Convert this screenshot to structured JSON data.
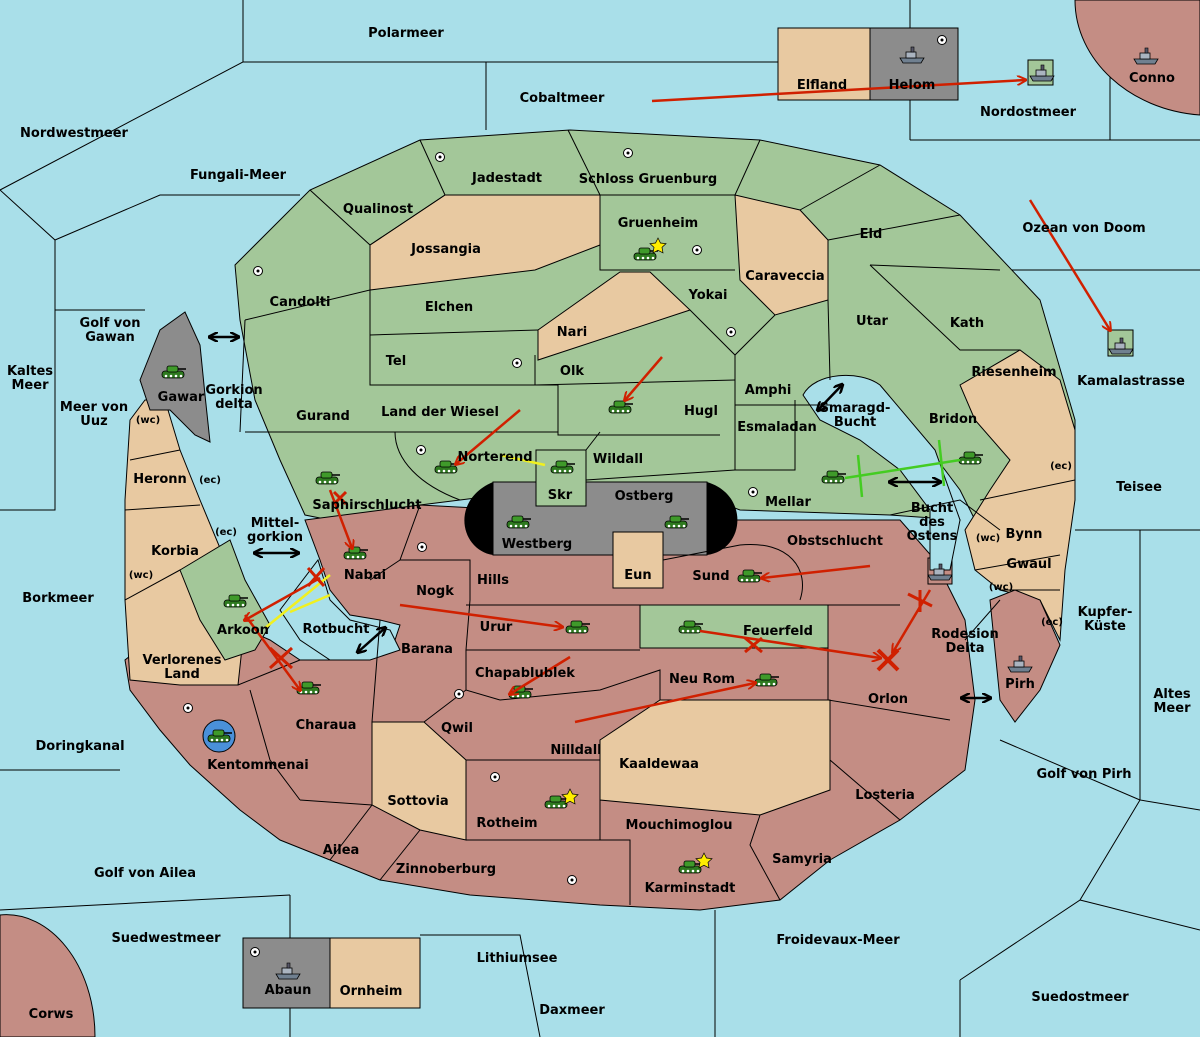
{
  "colors": {
    "sea": "#a9dfe9",
    "green_power": "#a3c799",
    "red_power": "#c48d84",
    "neutral": "#e8c9a1",
    "grey_power": "#8c8c8c",
    "move_arrow": "#d02000",
    "support_arrow": "#f0f020",
    "hold_green": "#44cc22"
  },
  "map": {
    "seas": {
      "polarmeer": "Polarmeer",
      "cobaltmeer": "Cobaltmeer",
      "nordwestmeer": "Nordwestmeer",
      "fungali_meer": "Fungali-Meer",
      "nordostmeer": "Nordostmeer",
      "ozean_von_doom": "Ozean von Doom",
      "kamalastrasse": "Kamalastrasse",
      "golf_von_gawan": "Golf von Gawan",
      "kaltes_meer": "Kaltes Meer",
      "meer_von_uuz": "Meer von Uuz",
      "gorkion_delta": "Gorkion delta",
      "mittel_gorkion": "Mittel- gorkion",
      "borkmeer": "Borkmeer",
      "rotbucht": "Rotbucht",
      "doringkanal": "Doringkanal",
      "smaragd_bucht": "Smaragd- Bucht",
      "bucht_des_ostens": "Bucht des Ostens",
      "teisee": "Teisee",
      "kupfer_kueste": "Kupfer- Küste",
      "altes_meer": "Altes Meer",
      "rodesion_delta": "Rodesion Delta",
      "golf_von_pirh": "Golf von Pirh",
      "golf_von_ailea": "Golf von Ailea",
      "suedwestmeer": "Suedwestmeer",
      "lithiumsee": "Lithiumsee",
      "froidevaux_meer": "Froidevaux-Meer",
      "daxmeer": "Daxmeer",
      "suedostmeer": "Suedostmeer"
    },
    "lands": {
      "elfland": "Elfland",
      "helom": "Helom",
      "conno": "Conno",
      "jadestadt": "Jadestadt",
      "schloss_gruenburg": "Schloss Gruenburg",
      "qualinost": "Qualinost",
      "gruenheim": "Gruenheim",
      "eld": "Eld",
      "jossangia": "Jossangia",
      "caraveccia": "Caraveccia",
      "candolti": "Candolti",
      "elchen": "Elchen",
      "yokai": "Yokai",
      "utar": "Utar",
      "kath": "Kath",
      "nari": "Nari",
      "tel": "Tel",
      "olk": "Olk",
      "amphi": "Amphi",
      "riesenheim": "Riesenheim",
      "gawar": "Gawar",
      "gurand": "Gurand",
      "land_der_wiesel": "Land der Wiesel",
      "hugl": "Hugl",
      "esmaladan": "Esmaladan",
      "bridon": "Bridon",
      "heronn": "Heronn",
      "norterend": "Norterend",
      "wildall": "Wildall",
      "skr": "Skr",
      "ostberg": "Ostberg",
      "mellar": "Mellar",
      "saphirschlucht": "Saphirschlucht",
      "westberg": "Westberg",
      "obstschlucht": "Obstschlucht",
      "bynn": "Bynn",
      "korbia": "Korbia",
      "nabai": "Nabai",
      "hills": "Hills",
      "eun": "Eun",
      "sund": "Sund",
      "gwaul": "Gwaul",
      "nogk": "Nogk",
      "arkoon": "Arkoon",
      "urur": "Urur",
      "feuerfeld": "Feuerfeld",
      "barana": "Barana",
      "verlorenes_land": "Verlorenes Land",
      "chapablublek": "Chapablublek",
      "neu_rom": "Neu Rom",
      "pirh": "Pirh",
      "orlon": "Orlon",
      "charaua": "Charaua",
      "qwil": "Qwil",
      "nilldall": "Nilldall",
      "kentommenai": "Kentommenai",
      "kaaldewaa": "Kaaldewaa",
      "sottovia": "Sottovia",
      "losteria": "Losteria",
      "rotheim": "Rotheim",
      "mouchimoglou": "Mouchimoglou",
      "ailea": "Ailea",
      "samyria": "Samyria",
      "zinnoberburg": "Zinnoberburg",
      "karminstadt": "Karminstadt",
      "abaun": "Abaun",
      "ornheim": "Ornheim",
      "corws": "Corws"
    },
    "coast_tags": {
      "wc": "(wc)",
      "ec": "(ec)"
    }
  }
}
